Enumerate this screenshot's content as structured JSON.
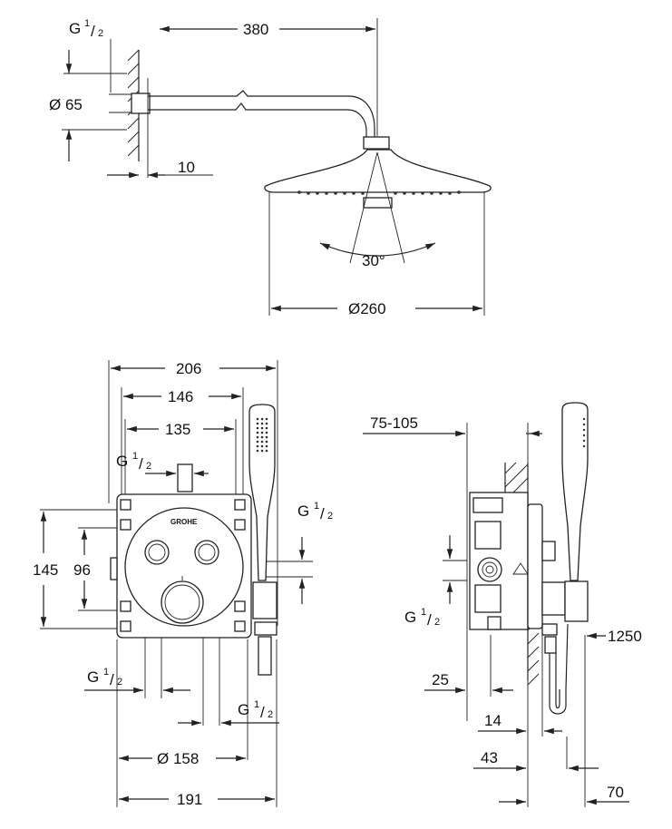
{
  "top_view": {
    "connection": {
      "g": "G",
      "num": "1",
      "den": "2"
    },
    "arm_length": "380",
    "flange_diameter": "Ø 65",
    "wall_gap": "10",
    "spray_angle": "30°",
    "head_diameter": "Ø260"
  },
  "front_view": {
    "overall_width": "206",
    "inner_width": "146",
    "bracket_width": "135",
    "height_total": "145",
    "height_inner": "96",
    "outlet_diameter": "Ø 158",
    "base_width": "191",
    "thread_label_top": {
      "g": "G",
      "num": "1",
      "den": "2"
    },
    "thread_label_right": {
      "g": "G",
      "num": "1",
      "den": "2"
    },
    "thread_label_bottom_left": {
      "g": "G",
      "num": "1",
      "den": "2"
    },
    "thread_label_bottom_right": {
      "g": "G",
      "num": "1",
      "den": "2"
    },
    "logo": "GROHE"
  },
  "side_view": {
    "install_depth": "75-105",
    "thread_label": {
      "g": "G",
      "num": "1",
      "den": "2"
    },
    "hose_length": "1250",
    "offset_25": "25",
    "offset_14": "14",
    "offset_43": "43",
    "offset_70": "70"
  }
}
